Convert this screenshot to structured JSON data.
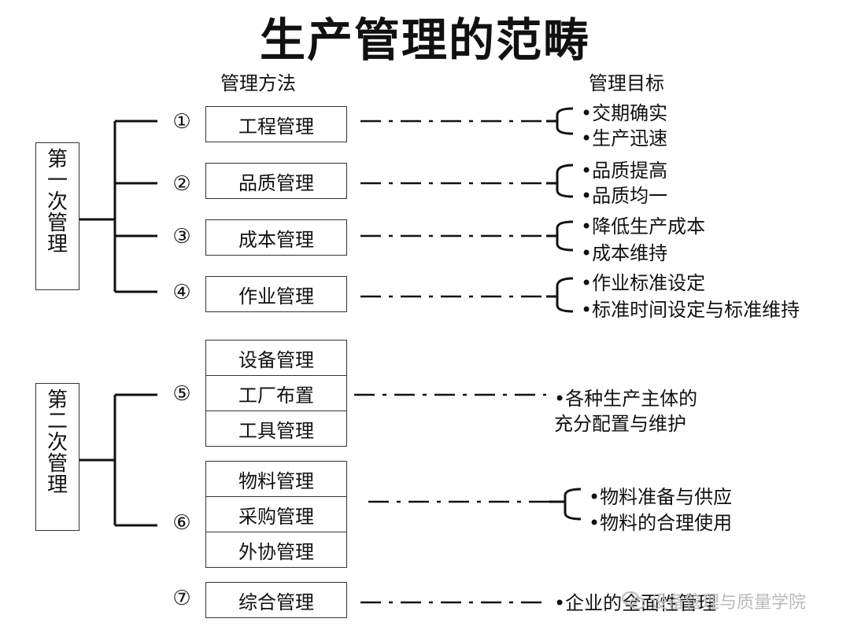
{
  "title": "生产管理的范畴",
  "headers": {
    "methods": "管理方法",
    "goals": "管理目标"
  },
  "groups": [
    {
      "label": "第一次管理"
    },
    {
      "label": "第二次管理"
    }
  ],
  "items": [
    {
      "num": "①",
      "methods": [
        "工程管理"
      ],
      "goals": [
        "•交期确实",
        "•生产迅速"
      ]
    },
    {
      "num": "②",
      "methods": [
        "品质管理"
      ],
      "goals": [
        "•品质提高",
        "•品质均一"
      ]
    },
    {
      "num": "③",
      "methods": [
        "成本管理"
      ],
      "goals": [
        "•降低生产成本",
        "•成本维持"
      ]
    },
    {
      "num": "④",
      "methods": [
        "作业管理"
      ],
      "goals": [
        "•作业标准设定",
        "•标准时间设定与标准维持"
      ]
    },
    {
      "num": "⑤",
      "methods": [
        "设备管理",
        "工厂布置",
        "工具管理"
      ],
      "goals": [
        "•各种生产主体的",
        "充分配置与维护"
      ]
    },
    {
      "num": "⑥",
      "methods": [
        "物料管理",
        "采购管理",
        "外协管理"
      ],
      "goals": [
        "•物料准备与供应",
        "•物料的合理使用"
      ]
    },
    {
      "num": "⑦",
      "methods": [
        "综合管理"
      ],
      "goals": [
        "•企业的全面性管理"
      ]
    }
  ],
  "watermark": "设备管理与质量学院"
}
